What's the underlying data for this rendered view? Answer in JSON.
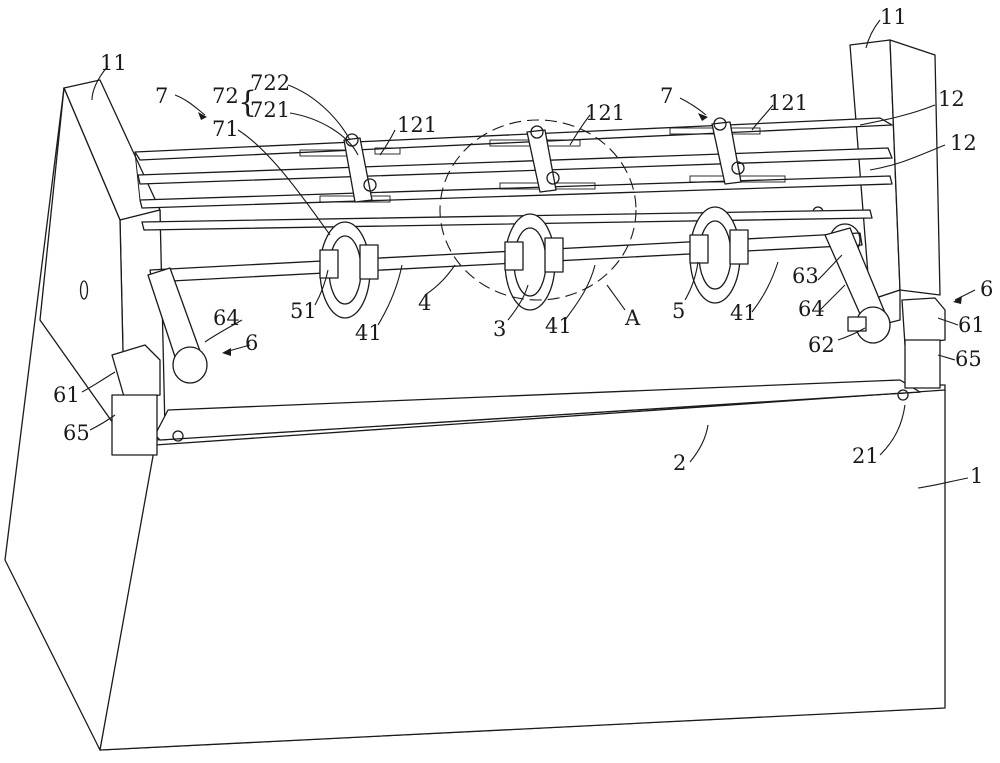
{
  "figure": {
    "labels": {
      "l11_left": "11",
      "l11_right": "11",
      "l7_left": "7",
      "l72": "72",
      "l722": "722",
      "l721": "721",
      "l71": "71",
      "l121_a": "121",
      "l121_b": "121",
      "l121_c": "121",
      "l7_right": "7",
      "l12_top": "12",
      "l12_bottom": "12",
      "l51": "51",
      "l41_a": "41",
      "l4": "4",
      "l3": "3",
      "l41_b": "41",
      "lA": "A",
      "l5": "5",
      "l41_c": "41",
      "l63": "63",
      "l64_right": "64",
      "l6_right": "6",
      "l61_right": "61",
      "l62": "62",
      "l65_right": "65",
      "l64_left": "64",
      "l6_left": "6",
      "l61_left": "61",
      "l65_left": "65",
      "l2": "2",
      "l21": "21",
      "l1": "1"
    }
  }
}
